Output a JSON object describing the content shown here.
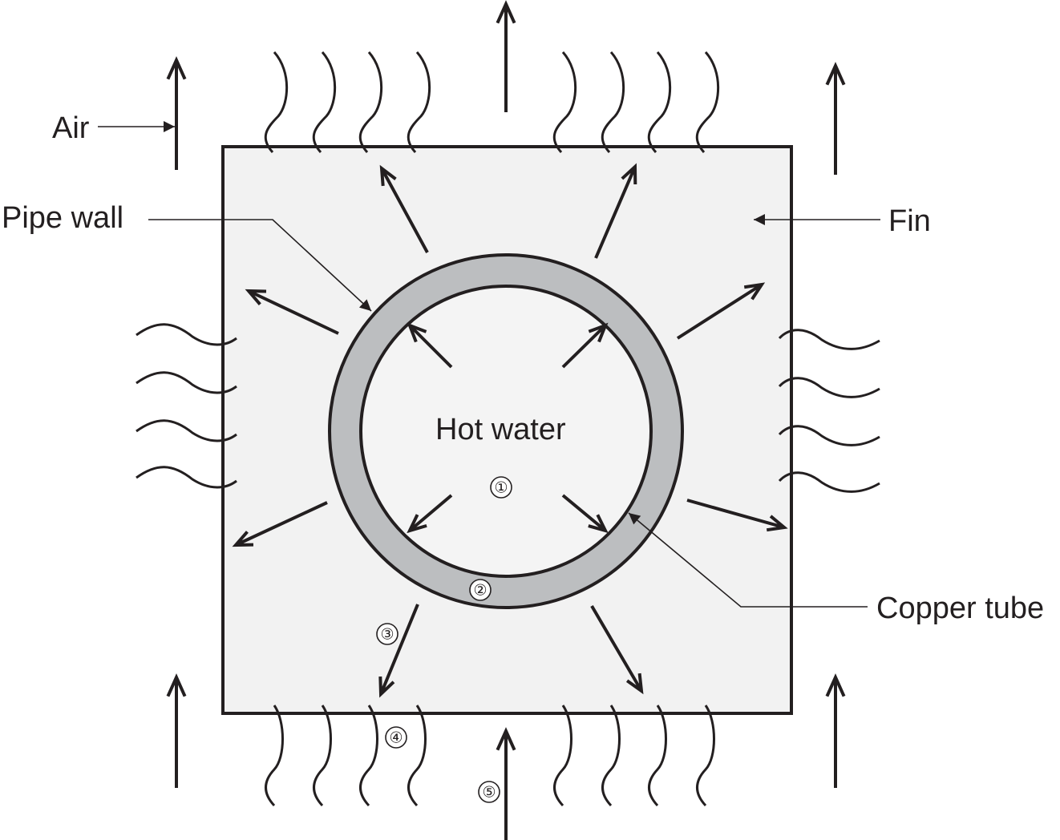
{
  "diagram": {
    "title": "Heat transfer from hot water through copper tube and fin to air",
    "labels": {
      "air": "Air",
      "pipe_wall": "Pipe wall",
      "fin": "Fin",
      "hot_water": "Hot water",
      "copper_tube": "Copper tube"
    },
    "markers": [
      "①",
      "②",
      "③",
      "④",
      "⑤"
    ],
    "colors": {
      "stroke": "#231f20",
      "fin_fill": "#f2f2f2",
      "tube_fill": "#bcbec0",
      "water_fill": "#f4f4f4",
      "background": "#ffffff"
    }
  }
}
